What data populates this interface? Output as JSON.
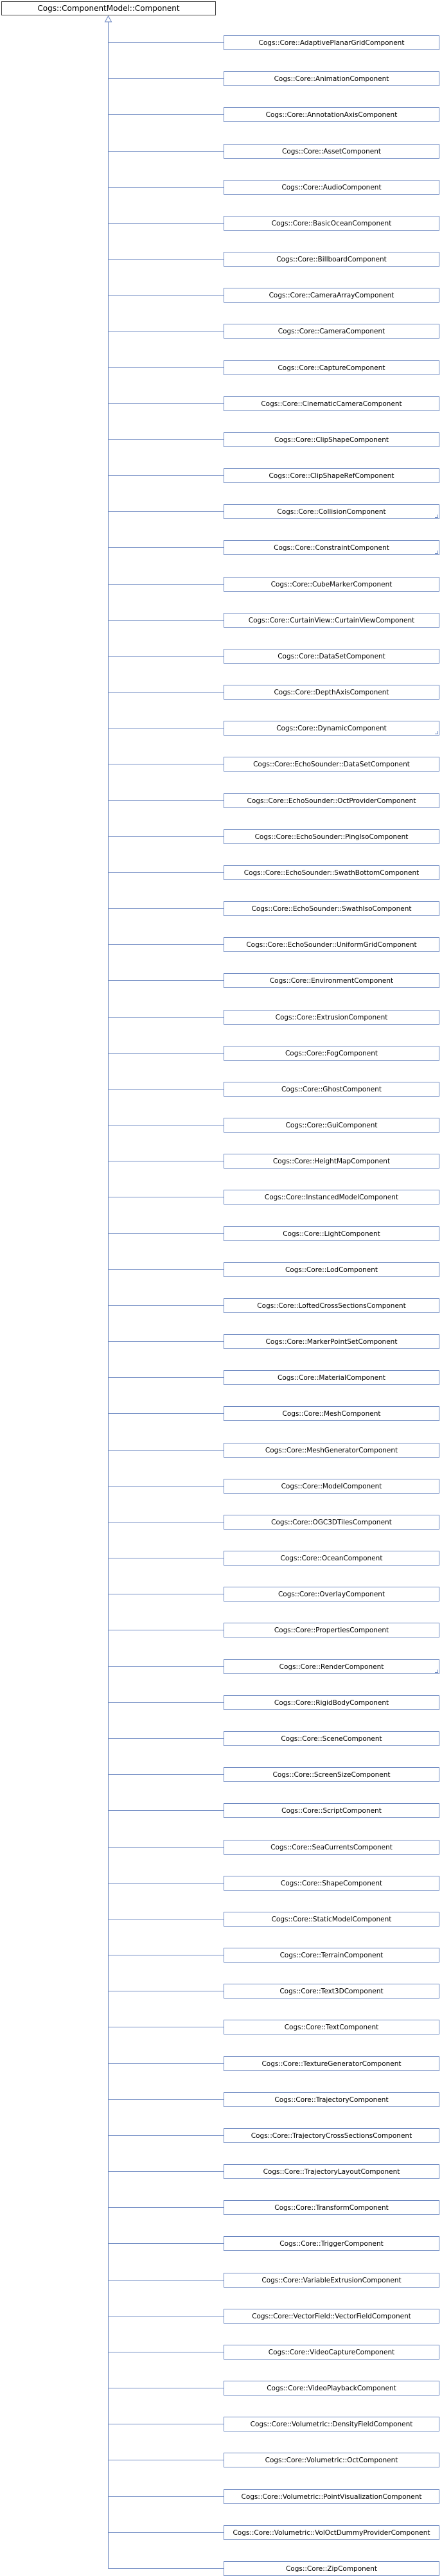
{
  "diagram": {
    "root": "Cogs::ComponentModel::Component",
    "children": [
      {
        "label": "Cogs::Core::AdaptivePlanarGridComponent"
      },
      {
        "label": "Cogs::Core::AnimationComponent"
      },
      {
        "label": "Cogs::Core::AnnotationAxisComponent"
      },
      {
        "label": "Cogs::Core::AssetComponent"
      },
      {
        "label": "Cogs::Core::AudioComponent"
      },
      {
        "label": "Cogs::Core::BasicOceanComponent"
      },
      {
        "label": "Cogs::Core::BillboardComponent"
      },
      {
        "label": "Cogs::Core::CameraArrayComponent"
      },
      {
        "label": "Cogs::Core::CameraComponent"
      },
      {
        "label": "Cogs::Core::CaptureComponent"
      },
      {
        "label": "Cogs::Core::CinematicCameraComponent"
      },
      {
        "label": "Cogs::Core::ClipShapeComponent"
      },
      {
        "label": "Cogs::Core::ClipShapeRefComponent"
      },
      {
        "label": "Cogs::Core::CollisionComponent",
        "has_more": true
      },
      {
        "label": "Cogs::Core::ConstraintComponent",
        "has_more": true
      },
      {
        "label": "Cogs::Core::CubeMarkerComponent"
      },
      {
        "label": "Cogs::Core::CurtainView::CurtainViewComponent"
      },
      {
        "label": "Cogs::Core::DataSetComponent"
      },
      {
        "label": "Cogs::Core::DepthAxisComponent"
      },
      {
        "label": "Cogs::Core::DynamicComponent",
        "has_more": true
      },
      {
        "label": "Cogs::Core::EchoSounder::DataSetComponent"
      },
      {
        "label": "Cogs::Core::EchoSounder::OctProviderComponent"
      },
      {
        "label": "Cogs::Core::EchoSounder::PingIsoComponent"
      },
      {
        "label": "Cogs::Core::EchoSounder::SwathBottomComponent"
      },
      {
        "label": "Cogs::Core::EchoSounder::SwathIsoComponent"
      },
      {
        "label": "Cogs::Core::EchoSounder::UniformGridComponent"
      },
      {
        "label": "Cogs::Core::EnvironmentComponent"
      },
      {
        "label": "Cogs::Core::ExtrusionComponent"
      },
      {
        "label": "Cogs::Core::FogComponent"
      },
      {
        "label": "Cogs::Core::GhostComponent"
      },
      {
        "label": "Cogs::Core::GuiComponent"
      },
      {
        "label": "Cogs::Core::HeightMapComponent"
      },
      {
        "label": "Cogs::Core::InstancedModelComponent"
      },
      {
        "label": "Cogs::Core::LightComponent"
      },
      {
        "label": "Cogs::Core::LodComponent"
      },
      {
        "label": "Cogs::Core::LoftedCrossSectionsComponent"
      },
      {
        "label": "Cogs::Core::MarkerPointSetComponent"
      },
      {
        "label": "Cogs::Core::MaterialComponent"
      },
      {
        "label": "Cogs::Core::MeshComponent"
      },
      {
        "label": "Cogs::Core::MeshGeneratorComponent"
      },
      {
        "label": "Cogs::Core::ModelComponent"
      },
      {
        "label": "Cogs::Core::OGC3DTilesComponent"
      },
      {
        "label": "Cogs::Core::OceanComponent"
      },
      {
        "label": "Cogs::Core::OverlayComponent"
      },
      {
        "label": "Cogs::Core::PropertiesComponent"
      },
      {
        "label": "Cogs::Core::RenderComponent",
        "has_more": true
      },
      {
        "label": "Cogs::Core::RigidBodyComponent"
      },
      {
        "label": "Cogs::Core::SceneComponent"
      },
      {
        "label": "Cogs::Core::ScreenSizeComponent"
      },
      {
        "label": "Cogs::Core::ScriptComponent"
      },
      {
        "label": "Cogs::Core::SeaCurrentsComponent"
      },
      {
        "label": "Cogs::Core::ShapeComponent"
      },
      {
        "label": "Cogs::Core::StaticModelComponent"
      },
      {
        "label": "Cogs::Core::TerrainComponent"
      },
      {
        "label": "Cogs::Core::Text3DComponent"
      },
      {
        "label": "Cogs::Core::TextComponent"
      },
      {
        "label": "Cogs::Core::TextureGeneratorComponent"
      },
      {
        "label": "Cogs::Core::TrajectoryComponent"
      },
      {
        "label": "Cogs::Core::TrajectoryCrossSectionsComponent"
      },
      {
        "label": "Cogs::Core::TrajectoryLayoutComponent"
      },
      {
        "label": "Cogs::Core::TransformComponent"
      },
      {
        "label": "Cogs::Core::TriggerComponent"
      },
      {
        "label": "Cogs::Core::VariableExtrusionComponent"
      },
      {
        "label": "Cogs::Core::VectorField::VectorFieldComponent"
      },
      {
        "label": "Cogs::Core::VideoCaptureComponent"
      },
      {
        "label": "Cogs::Core::VideoPlaybackComponent"
      },
      {
        "label": "Cogs::Core::Volumetric::DensityFieldComponent"
      },
      {
        "label": "Cogs::Core::Volumetric::OctComponent"
      },
      {
        "label": "Cogs::Core::Volumetric::PointVisualizationComponent"
      },
      {
        "label": "Cogs::Core::Volumetric::VolOctDummyProviderComponent"
      },
      {
        "label": "Cogs::Core::ZipComponent"
      }
    ]
  }
}
